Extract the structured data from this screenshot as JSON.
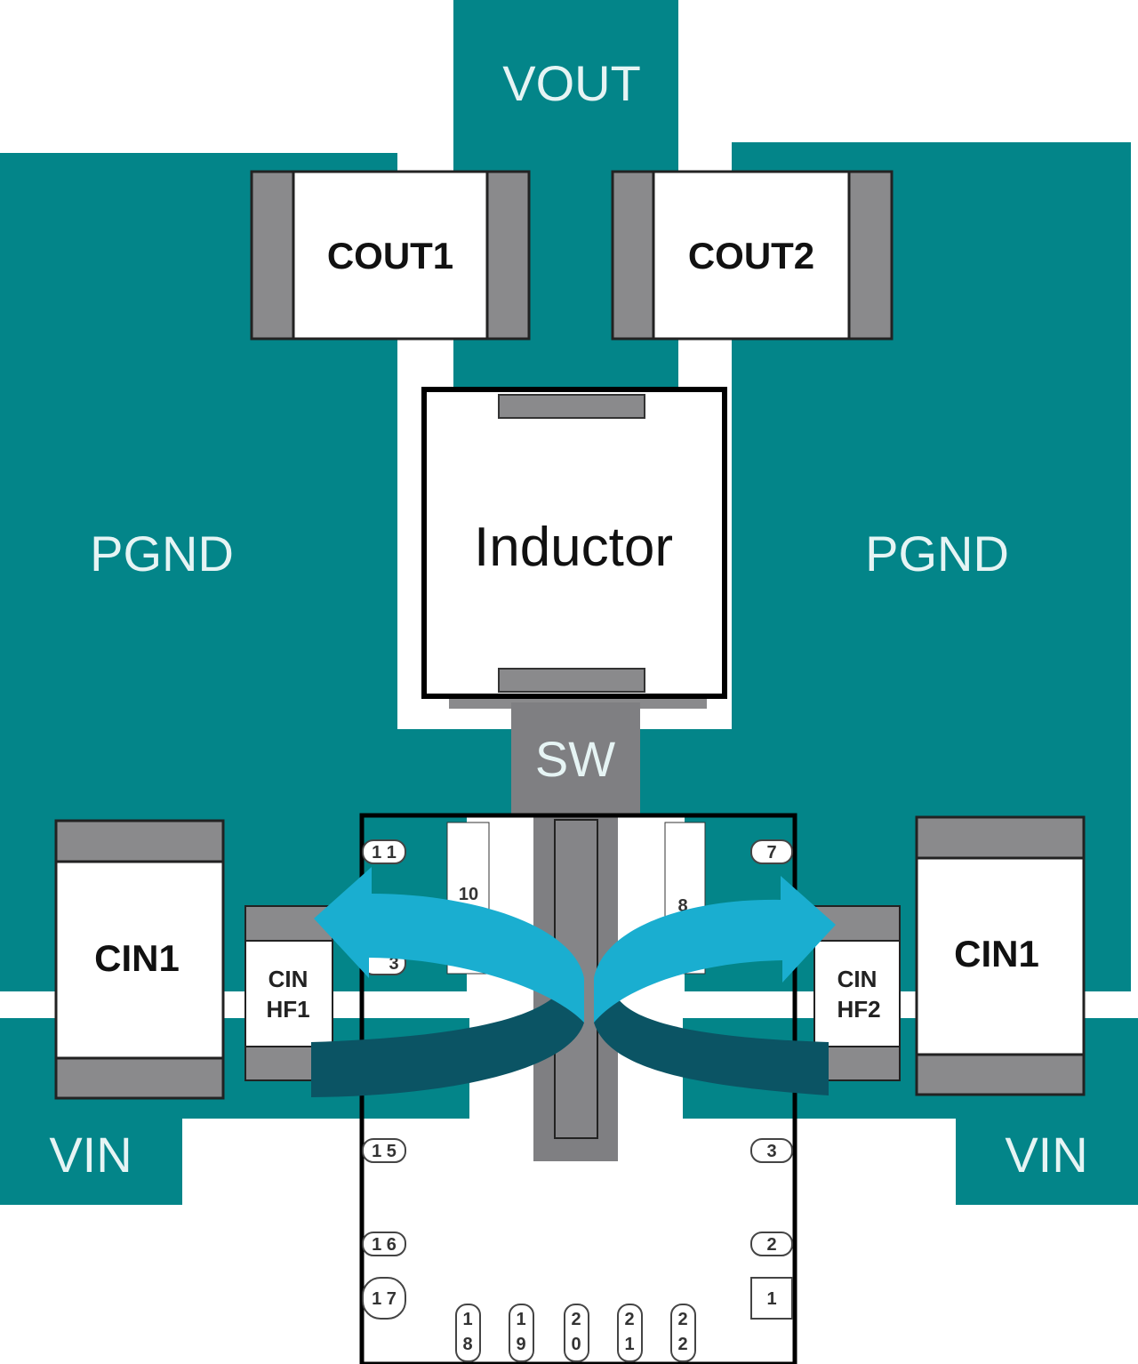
{
  "colors": {
    "copper": "#038589",
    "pad": "#8a8a8c",
    "sw": "#7f7f82",
    "arrow_light": "#1aaed0",
    "arrow_dark": "#0b5464"
  },
  "nets": {
    "vout": "VOUT",
    "pgnd_left": "PGND",
    "pgnd_right": "PGND",
    "sw": "SW",
    "vin_left": "VIN",
    "vin_right": "VIN"
  },
  "components": {
    "cout1": "COUT1",
    "cout2": "COUT2",
    "inductor": "Inductor",
    "cin1_left": "CIN1",
    "cin1_right": "CIN1",
    "cinhf1": [
      "CIN",
      "HF1"
    ],
    "cinhf2": [
      "CIN",
      "HF2"
    ]
  },
  "pins": {
    "p11": "1 1",
    "p13": "3",
    "p10": "10",
    "p7": "7",
    "p8": "8",
    "p15": "1 5",
    "p16": "1 6",
    "p17": "1 7",
    "p18": [
      "1",
      "8"
    ],
    "p19": [
      "1",
      "9"
    ],
    "p20": [
      "2",
      "0"
    ],
    "p21": [
      "2",
      "1"
    ],
    "p22": [
      "2",
      "2"
    ],
    "p3": "3",
    "p2": "2",
    "p1": "1"
  }
}
